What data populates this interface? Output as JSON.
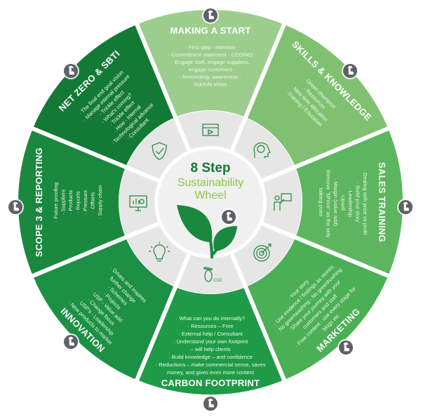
{
  "center": {
    "title_line1": "8 Step",
    "title_line2": "Sustainability",
    "title_line3": "Wheel",
    "title_color": "#137a36",
    "subtitle_color": "#8cc63f"
  },
  "colors": {
    "ring": "#e6e6e6",
    "center": "#f0f0f0",
    "hotspot": "#5f6068",
    "icon": "#2e8b4a"
  },
  "segments": [
    {
      "title": "MAKING A START",
      "color": "#9dcd8d",
      "icon": "video-clapper-icon",
      "bullets": [
        "· First step - intention",
        "· Commitment statement - CEO/MD",
        "· Engage staff, engage suppliers,",
        "engage customers",
        "·Terminology awareness -",
        "tick/info sheet"
      ]
    },
    {
      "title": "SKILLS & KNOWLEDGE",
      "color": "#7fc170",
      "icon": "brain-head-icon",
      "bullets": [
        "· Green champion",
        "· Resources",
        "· New time allocation",
        "·Training / Education"
      ]
    },
    {
      "title": "SALES TRAINING",
      "color": "#5db65f",
      "icon": "presenter-icon",
      "bullets": [
        "· Dealing with price vs profit",
        "· Build your story",
        "· Leadership",
        "·Upsell",
        "· Margin (value add)",
        "· Remove \"£Price\" as the only",
        "talking point"
      ]
    },
    {
      "title": "MARKETING",
      "color": "#4baf56",
      "icon": "target-icon",
      "bullets": [
        "· Your story",
        "· Use evidence / findings as stories",
        "· No greenwashing - No greenhushing",
        "· Share your journey with your",
        "customers and staff",
        "· Free content - use every stage for",
        "blogs etc"
      ]
    },
    {
      "title": "CARBON FOOTPRINT",
      "color": "#1f9b48",
      "icon": "footprint-co2-icon",
      "bullets": [
        "· What can you do internally?",
        "· Resources – Free",
        "· External help / Consultant",
        "· Understand your own footprint",
        "– will help clients",
        "· Build knowledge – and confidence",
        "· Reductions – make commercial sense, saves",
        "money, and gives even more content"
      ]
    },
    {
      "title": "INNOVATION",
      "color": "#1c9044",
      "icon": "lightbulb-icon",
      "bullets": [
        "· Drives and inspires",
        "further change",
        "· Schemes",
        "· Projects",
        "· USP - Value add",
        "· Change focus",
        "· USP's - Leadership",
        "· New products to market"
      ]
    },
    {
      "title": "SCOPE 3 & REPORTING",
      "color": "#1a883e",
      "icon": "computer-chart-icon",
      "bullets": [
        "· Future proofing",
        "· Suppliers",
        "· Products",
        "· Reports",
        "· Pressure",
        "· Offsets",
        "· Supply chain"
      ]
    },
    {
      "title": "NET ZERO & SBTI",
      "color": "#137a36",
      "icon": "shield-check-icon",
      "bullets": [
        "· The final end goal vision",
        "· Manage internal pressure",
        "· Trickle effect",
        "· What's coming?",
        "· Trickle effect",
        "· How - Internal",
        "· Technological advance",
        "· Consultant"
      ]
    }
  ]
}
